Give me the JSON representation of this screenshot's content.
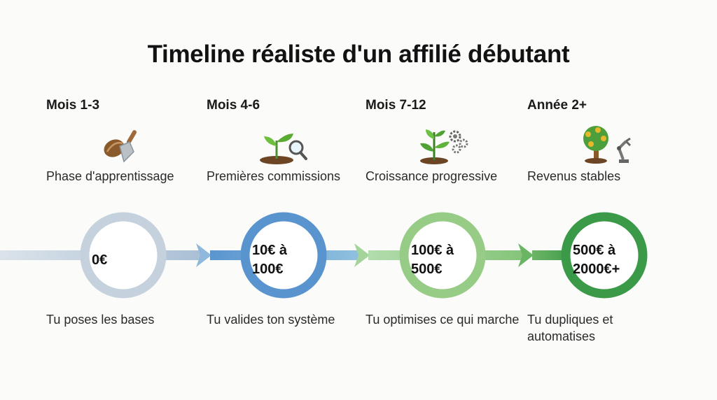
{
  "title": "Timeline réaliste d'un affilié débutant",
  "colors": {
    "band_gray": "#c9d3dc",
    "band_blue": "#5d97d0",
    "band_lightgreen": "#9fd08f",
    "band_green": "#3f9d4c",
    "ring_1": "#c5d2de",
    "ring_2": "#5a94cf",
    "ring_3": "#97cc86",
    "ring_4": "#3a9a48"
  },
  "steps": [
    {
      "period": "Mois 1-3",
      "icon": "seed-trowel-icon",
      "phase": "Phase d'apprentissage",
      "amount": "0€",
      "action": "Tu poses les bases"
    },
    {
      "period": "Mois 4-6",
      "icon": "sprout-magnifier-icon",
      "phase": "Premières commissions",
      "amount": "10€ à 100€",
      "action": "Tu valides ton système"
    },
    {
      "period": "Mois 7-12",
      "icon": "plant-gears-icon",
      "phase": "Croissance progressive",
      "amount": "100€ à 500€",
      "action": "Tu optimises ce qui marche"
    },
    {
      "period": "Année 2+",
      "icon": "money-tree-robot-icon",
      "phase": "Revenus stables",
      "amount": "500€ à 2000€+",
      "action": "Tu dupliques et automatises"
    }
  ]
}
